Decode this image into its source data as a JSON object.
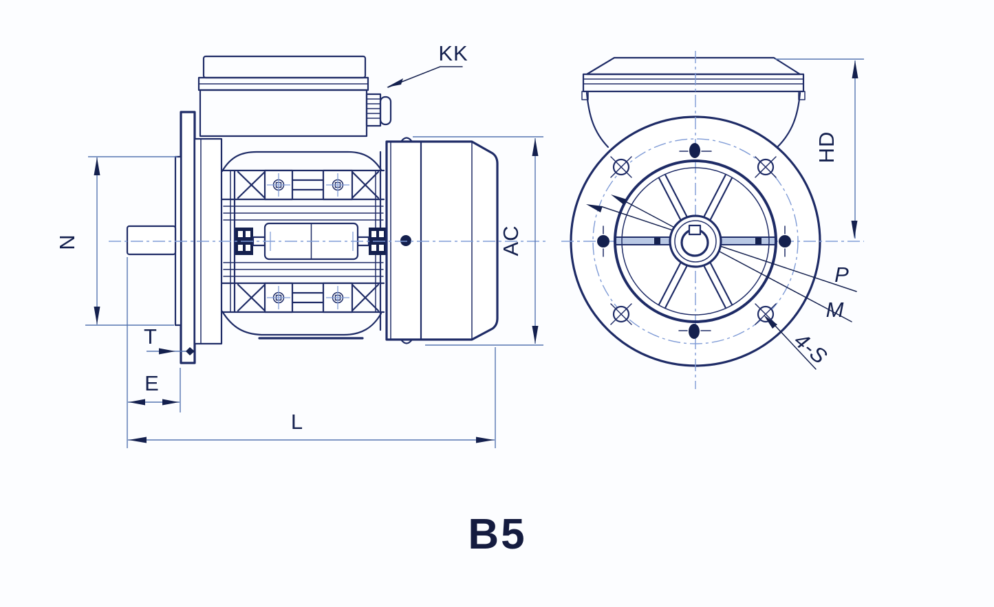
{
  "drawing": {
    "mount_designation": "B5",
    "type_note": "electric motor B5 flange mounting dimension drawing, side view and flange end view"
  },
  "labels": {
    "kk": "KK",
    "n": "N",
    "t": "T",
    "e": "E",
    "l": "L",
    "ac": "AC",
    "hd": "HD",
    "p": "P",
    "m": "M",
    "four_s": "4-S"
  },
  "colors": {
    "ink": "#1e2b66",
    "ink_dark": "#14204e",
    "centerline": "#7f9bd6",
    "dimension": "#5574b0",
    "background": "#fcfdff",
    "band_fill": "#b9c8e4",
    "title": "#141b3f"
  }
}
